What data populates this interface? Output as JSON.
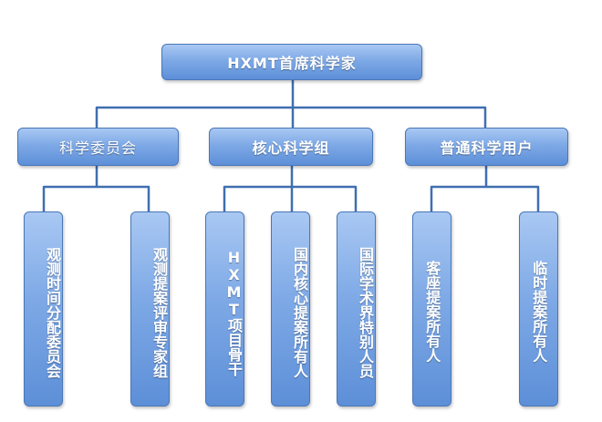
{
  "root": {
    "label": "HXMT首席科学家"
  },
  "groups": [
    {
      "label": "科学委员会",
      "children": [
        "观测时间分配委员会",
        "观测提案评审专家组"
      ]
    },
    {
      "label": "核心科学组",
      "children": [
        "HXMT项目骨干",
        "国内核心提案所有人",
        "国际学术界特别人员"
      ]
    },
    {
      "label": "普通科学用户",
      "children": [
        "客座提案所有人",
        "临时提案所有人"
      ]
    }
  ],
  "colors": {
    "box_top": "#a9c8f3",
    "box_bottom": "#5d8fd8",
    "connector": "#3f6fb0"
  }
}
